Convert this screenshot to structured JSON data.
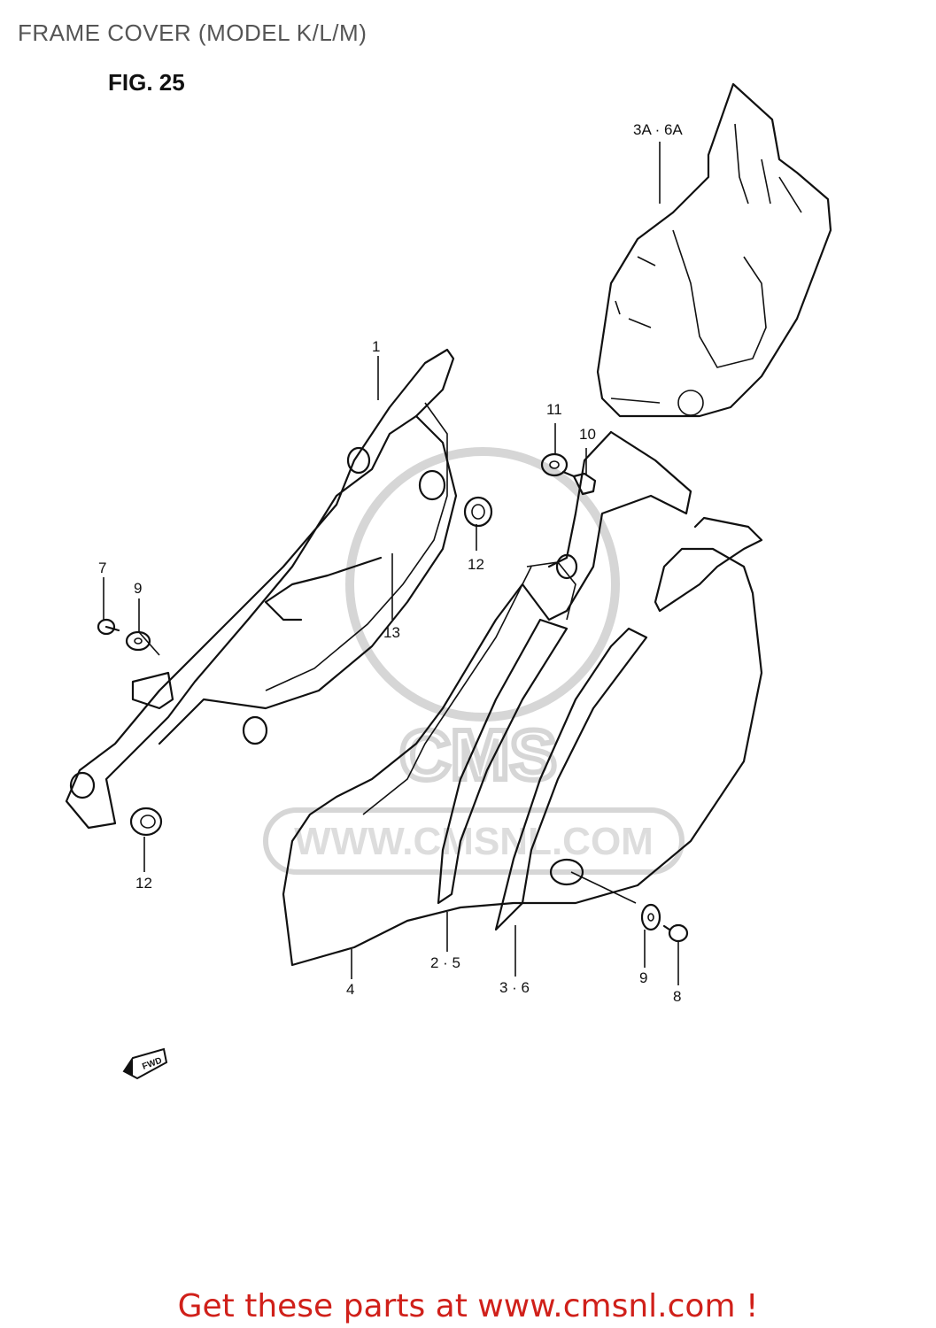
{
  "header": {
    "title": "FRAME COVER (MODEL K/L/M)",
    "figure": "FIG. 25"
  },
  "callouts": {
    "c1": "1",
    "c3a6a": "3A · 6A",
    "c11": "11",
    "c10": "10",
    "c12a": "12",
    "c7": "7",
    "c9a": "9",
    "c13": "13",
    "c12b": "12",
    "c4": "4",
    "c25": "2 · 5",
    "c36": "3 · 6",
    "c9b": "9",
    "c8": "8"
  },
  "watermark": {
    "text": "WWW.CMSNL.COM",
    "logo": "CMS"
  },
  "fwd": "FWD",
  "footer": {
    "cta": "Get these parts at www.cmsnl.com !"
  }
}
